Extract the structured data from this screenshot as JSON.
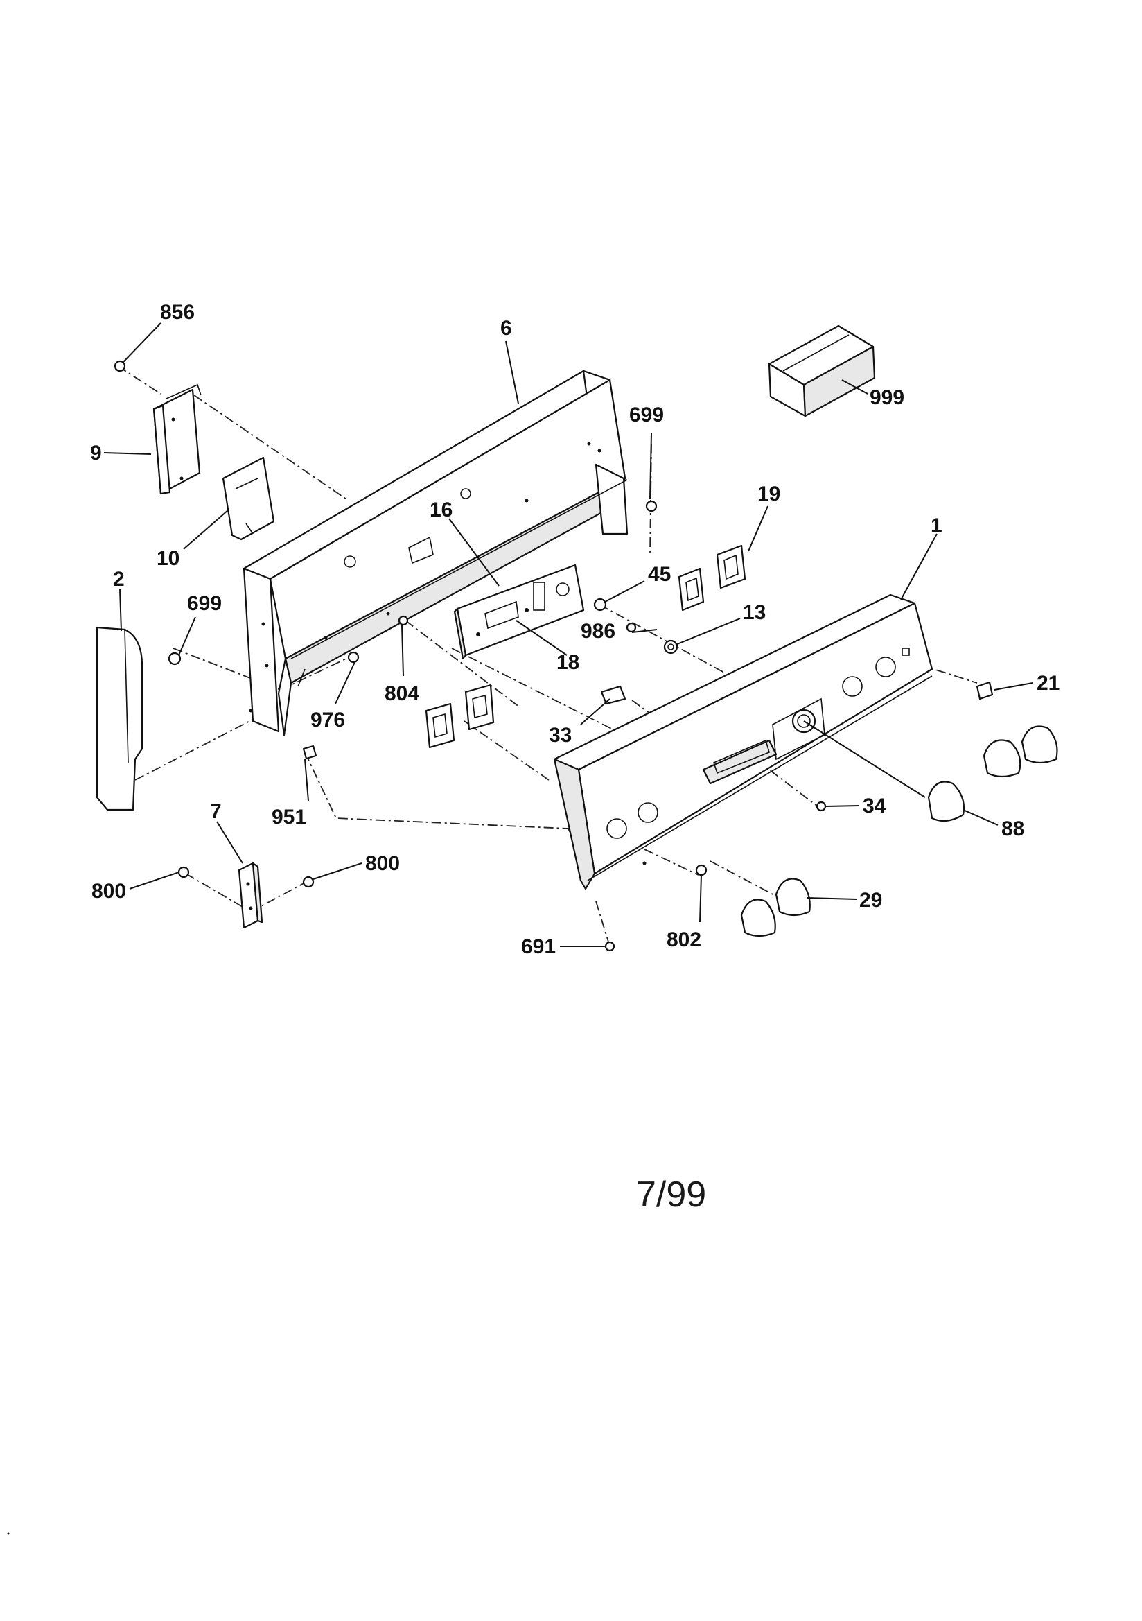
{
  "diagram": {
    "callouts": {
      "c856": "856",
      "c6": "6",
      "c999": "999",
      "c9": "9",
      "c699a": "699",
      "c10": "10",
      "c16": "16",
      "c19": "19",
      "c1": "1",
      "c2": "2",
      "c699b": "699",
      "c45": "45",
      "c986": "986",
      "c13": "13",
      "c18": "18",
      "c804": "804",
      "c976": "976",
      "c21": "21",
      "c33": "33",
      "c951": "951",
      "c7": "7",
      "c34": "34",
      "c88": "88",
      "c800a": "800",
      "c800b": "800",
      "c29": "29",
      "c802": "802",
      "c691": "691"
    },
    "date_stamp": "7/99"
  }
}
